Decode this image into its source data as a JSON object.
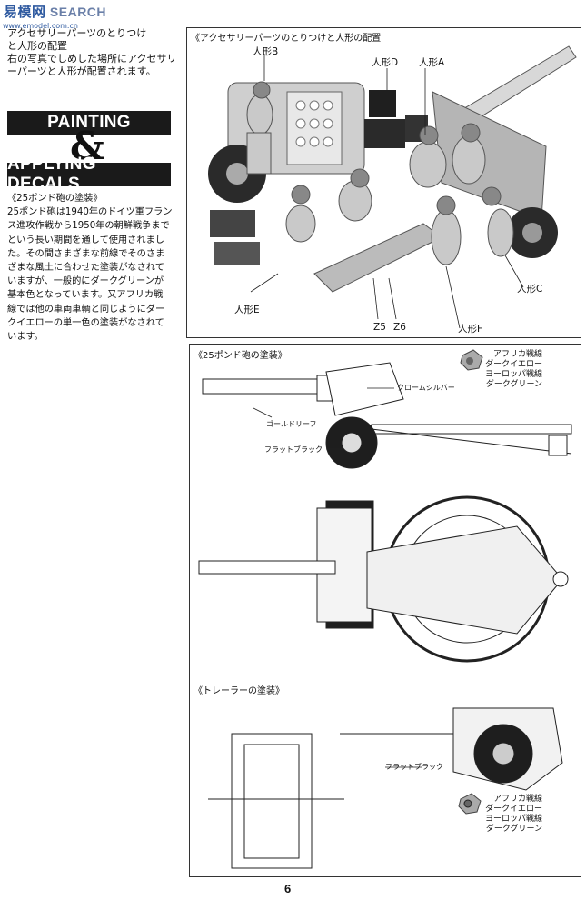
{
  "watermark": {
    "brand": "易模网",
    "search": "SEARCH",
    "url": "www.emodel.com.cn"
  },
  "top_left_caption": [
    "アクセサリーパーツのとりつけ",
    "と人形の配置",
    "右の写真でしめした場所にアクセサリ",
    "ーパーツと人形が配置されます。"
  ],
  "painting_title_1": "PAINTING",
  "painting_amp": "&",
  "painting_title_2": "APPLYING DECALS",
  "gun_paint_heading": "《25ポンド砲の塗装》",
  "gun_paint_text": [
    "25ポンド砲は1940年のドイツ軍フラン",
    "ス進攻作戦から1950年の朝鮮戦争まで",
    "という長い期間を通して使用されまし",
    "た。その間さまざまな前線でそのさま",
    "ざまな風土に合わせた塗装がなされて",
    "いますが、一般的にダークグリーンが",
    "基本色となっています。又アフリカ戦",
    "線では他の車両車輌と同じようにダー",
    "クイエローの単一色の塗装がなされて",
    "います。"
  ],
  "photo_panel": {
    "title": "《アクセサリーパーツのとりつけと人形の配置",
    "labels": {
      "figure_b": "人形B",
      "figure_d": "人形D",
      "figure_a": "人形A",
      "figure_c": "人形C",
      "figure_e": "人形E",
      "figure_f": "人形F",
      "z5": "Z5",
      "z6": "Z6"
    }
  },
  "gun_panel": {
    "title": "《25ポンド砲の塗装》",
    "legend": [
      "アフリカ戦線",
      "ダークイエロー",
      "ヨーロッパ戦線",
      "ダークグリーン"
    ],
    "labels": {
      "chrome_silver": "クロームシルバー",
      "gold_leaf": "ゴールドリーフ",
      "flat_black": "フラットブラック"
    }
  },
  "trailer_panel": {
    "title": "《トレーラーの塗装》",
    "legend": [
      "アフリカ戦線",
      "ダークイエロー",
      "ヨーロッパ戦線",
      "ダークグリーン"
    ],
    "labels": {
      "flat_black": "フラットブラック"
    }
  },
  "page_number": "6"
}
